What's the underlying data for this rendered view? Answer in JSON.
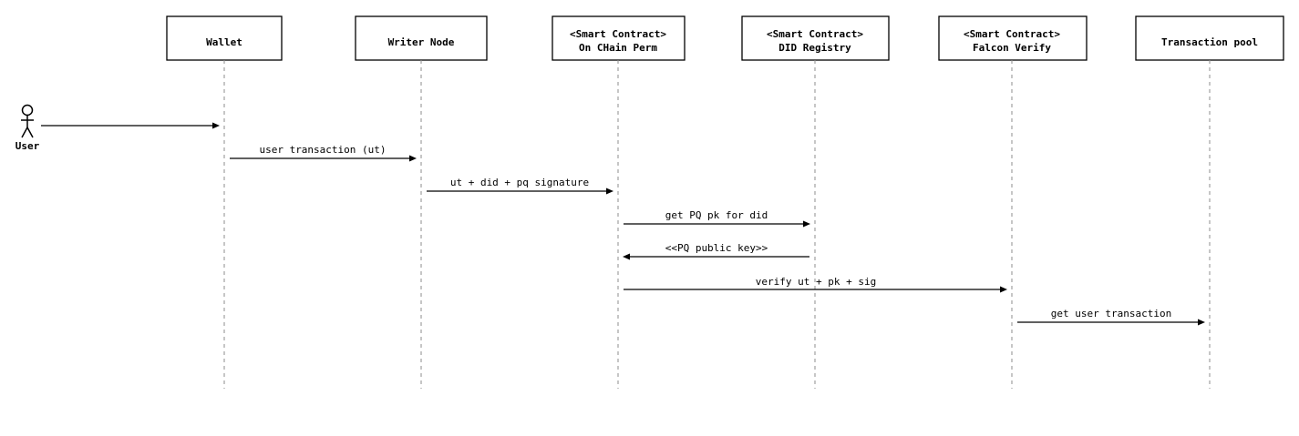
{
  "actor": {
    "label": "User"
  },
  "participants": [
    {
      "id": "wallet",
      "lines": [
        "Wallet"
      ]
    },
    {
      "id": "writer",
      "lines": [
        "Writer Node"
      ]
    },
    {
      "id": "perm",
      "lines": [
        "<Smart Contract>",
        "On CHain Perm"
      ]
    },
    {
      "id": "did",
      "lines": [
        "<Smart Contract>",
        "DID Registry"
      ]
    },
    {
      "id": "falcon",
      "lines": [
        "<Smart Contract>",
        "Falcon Verify"
      ]
    },
    {
      "id": "pool",
      "lines": [
        "Transaction pool"
      ]
    }
  ],
  "messages": [
    {
      "from": "user",
      "to": "wallet",
      "label": ""
    },
    {
      "from": "wallet",
      "to": "writer",
      "label": "user transaction (ut)"
    },
    {
      "from": "writer",
      "to": "perm",
      "label": "ut + did + pq signature"
    },
    {
      "from": "perm",
      "to": "did",
      "label": "get PQ pk for did"
    },
    {
      "from": "did",
      "to": "perm",
      "label": "<<PQ public key>>"
    },
    {
      "from": "perm",
      "to": "falcon",
      "label": "verify ut + pk + sig"
    },
    {
      "from": "falcon",
      "to": "pool",
      "label": "get user transaction"
    }
  ]
}
